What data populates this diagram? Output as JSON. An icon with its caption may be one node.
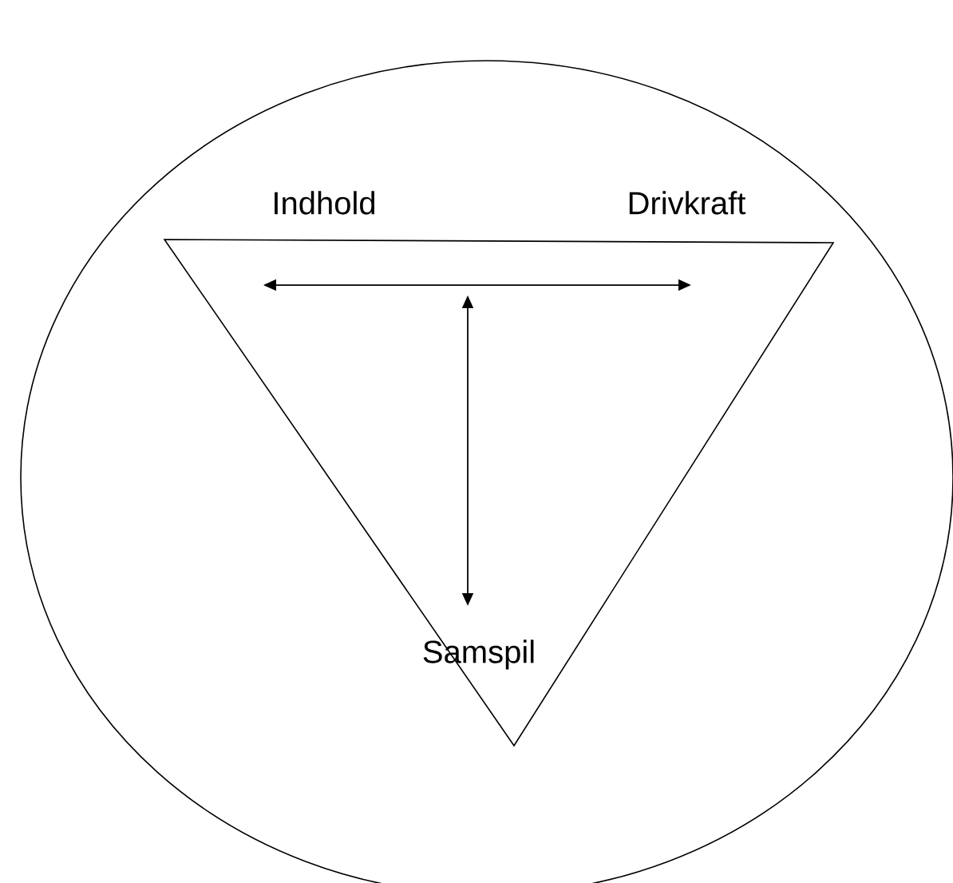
{
  "diagram": {
    "nodes": [
      {
        "text": [
          "Indhold"
        ]
      },
      {
        "text": [
          "Drivkraft"
        ]
      },
      {
        "text": [
          "Samspil"
        ]
      }
    ],
    "edges": [
      {
        "from": 0,
        "to": 1,
        "arrow": "both"
      },
      {
        "from": null,
        "to": 2,
        "arrow": "both"
      }
    ]
  }
}
